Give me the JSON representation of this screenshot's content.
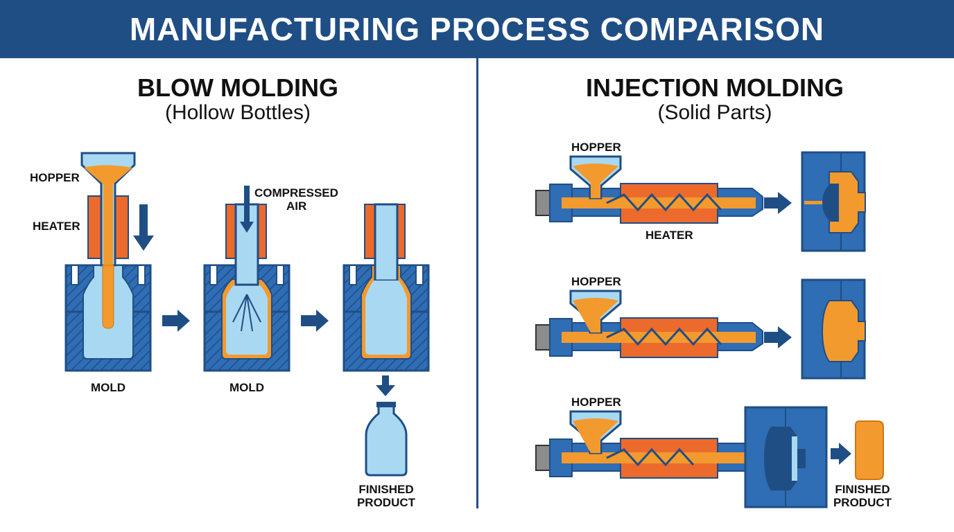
{
  "title": "MANUFACTURING PROCESS COMPARISON",
  "blow": {
    "title": "BLOW MOLDING",
    "subtitle": "(Hollow Bottles)",
    "labels": {
      "hopper": "HOPPER",
      "heater": "HEATER",
      "mold_1": "MOLD",
      "mold_2": "MOLD",
      "compressed_air_line1": "COMPRESSED",
      "compressed_air_line2": "AIR",
      "finished_line1": "FINISHED",
      "finished_line2": "PRODUCT"
    }
  },
  "injection": {
    "title": "INJECTION MOLDING",
    "subtitle": "(Solid Parts)",
    "labels": {
      "hopper_1": "HOPPER",
      "heater": "HEATER",
      "hopper_2": "HOPPER",
      "hopper_3": "HOPPER",
      "finished_line1": "FINISHED",
      "finished_line2": "PRODUCT"
    }
  },
  "colors": {
    "navy": "#1f4e85",
    "steel_blue": "#2f6db5",
    "light_blue": "#a9d8f2",
    "orange": "#f39a2e",
    "heater_orange": "#ec6a2c",
    "gray": "#8c8c8c"
  }
}
